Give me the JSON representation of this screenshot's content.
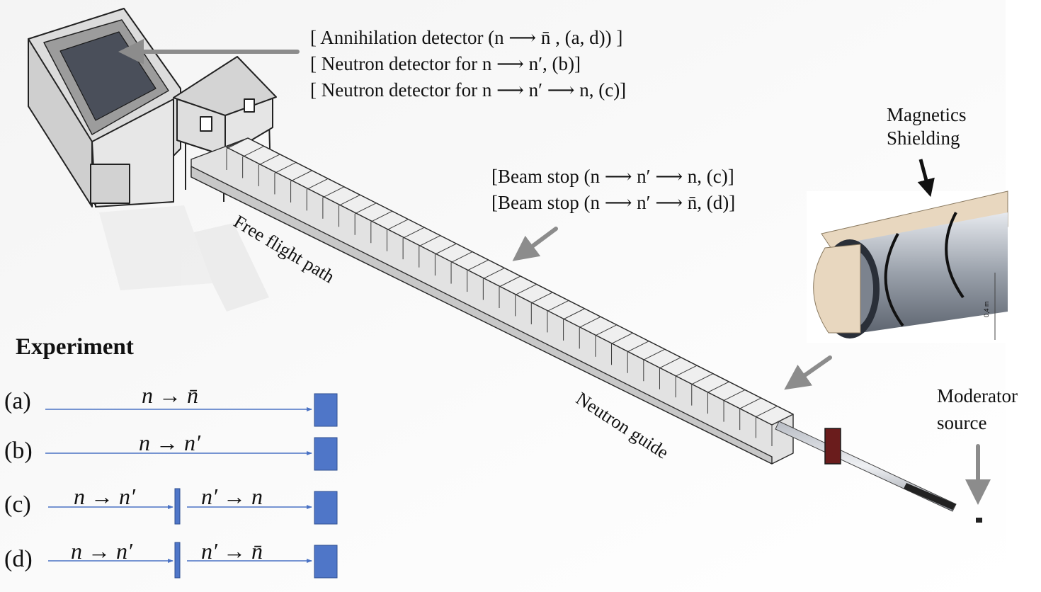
{
  "annotations": {
    "detector_lines": [
      "[ Annihilation detector  (n ⟶ n̄ , (a, d)) ]",
      "[ Neutron detector for n ⟶ n′, (b)]",
      "[ Neutron detector for n ⟶ n′ ⟶ n, (c)]"
    ],
    "beam_stop_lines": [
      "[Beam stop (n ⟶ n′ ⟶ n, (c)]",
      "[Beam stop (n ⟶ n′ ⟶ n̄, (d)]"
    ],
    "magnetics_lines": [
      "Magnetics",
      "Shielding"
    ],
    "moderator_lines": [
      "Moderator",
      "source"
    ],
    "free_flight": "Free flight path",
    "neutron_guide": "Neutron guide",
    "scale_label": "0,4 m"
  },
  "experiment": {
    "title": "Experiment",
    "rows": [
      {
        "label": "(a)",
        "segments": [
          "n → n̄"
        ]
      },
      {
        "label": "(b)",
        "segments": [
          "n → n′"
        ]
      },
      {
        "label": "(c)",
        "segments": [
          "n → n′",
          "n′ → n"
        ]
      },
      {
        "label": "(d)",
        "segments": [
          "n → n′",
          "n′ → n̄"
        ]
      }
    ]
  },
  "colors": {
    "arrow_grey": "#8c8c8c",
    "schematic_blue": "#4a72c4",
    "detector_fill": "#4f76c8",
    "structure_grey": "#d9d9d9"
  }
}
